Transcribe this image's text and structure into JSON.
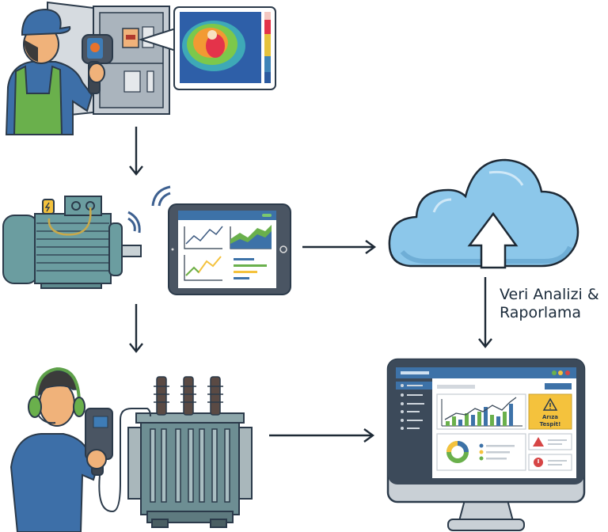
{
  "diagram": {
    "type": "process-flow",
    "nodes": [
      {
        "id": "thermal-inspection",
        "description": "Technician inspecting electrical panel with thermal camera",
        "inset": "thermal heat map"
      },
      {
        "id": "motor-sensor",
        "description": "Electric motor with wireless vibration sensor"
      },
      {
        "id": "tablet",
        "description": "Tablet showing monitoring charts"
      },
      {
        "id": "cloud",
        "description": "Cloud upload"
      },
      {
        "id": "ultrasonic-inspection",
        "description": "Technician with headset and ultrasonic detector on transformer"
      },
      {
        "id": "dashboard",
        "description": "Monitor showing analytics dashboard"
      }
    ],
    "edges": [
      {
        "from": "thermal-inspection",
        "to": "motor-sensor"
      },
      {
        "from": "motor-sensor",
        "to": "ultrasonic-inspection"
      },
      {
        "from": "tablet",
        "to": "cloud"
      },
      {
        "from": "cloud",
        "to": "dashboard",
        "label": "Veri Analizi & Raporlama"
      },
      {
        "from": "ultrasonic-inspection",
        "to": "dashboard"
      }
    ],
    "cloud_to_dashboard_label_line1": "Veri Analizi &",
    "cloud_to_dashboard_label_line2": "Raporlama",
    "dashboard_alert_line1": "Arıza",
    "dashboard_alert_line2": "Tespit!"
  },
  "colors": {
    "outline": "#2b3a4a",
    "blue": "#3d72a8",
    "green": "#6ab04c",
    "yellow": "#f4c23d",
    "red": "#d64545",
    "cloud": "#8cc7ea",
    "machine": "#5e8a8e"
  }
}
